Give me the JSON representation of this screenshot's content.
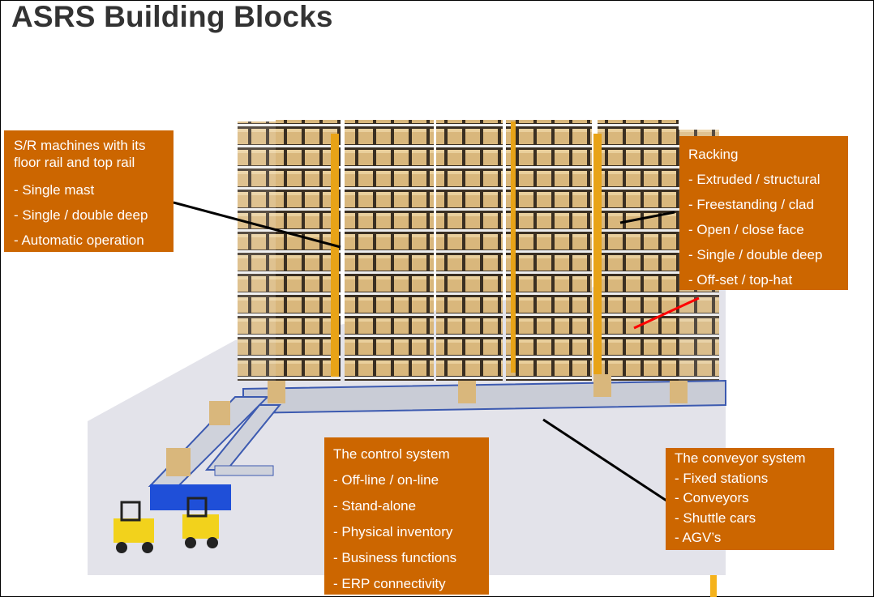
{
  "title": "ASRS Building Blocks",
  "colors": {
    "callout": "#cc6600",
    "callout_text": "#ffffff",
    "title": "#333333",
    "leader_line": "#000000",
    "racking_leader_line": "#ff0000"
  },
  "callouts": {
    "sr_machines": {
      "heading": "S/R machines with its floor rail and top rail",
      "items": [
        "- Single mast",
        "- Single / double deep",
        "- Automatic  operation"
      ]
    },
    "racking": {
      "heading": "Racking",
      "items": [
        "- Extruded / structural",
        "- Freestanding / clad",
        "- Open / close face",
        "- Single / double deep",
        "- Off-set / top-hat"
      ]
    },
    "control_system": {
      "heading": "The control system",
      "items": [
        "- Off-line / on-line",
        "- Stand-alone",
        "- Physical inventory",
        "- Business functions",
        "- ERP connectivity"
      ]
    },
    "conveyor_system": {
      "heading": "The conveyor system",
      "items": [
        "- Fixed stations",
        "- Conveyors",
        "- Shuttle cars",
        "- AGV’s"
      ]
    }
  }
}
